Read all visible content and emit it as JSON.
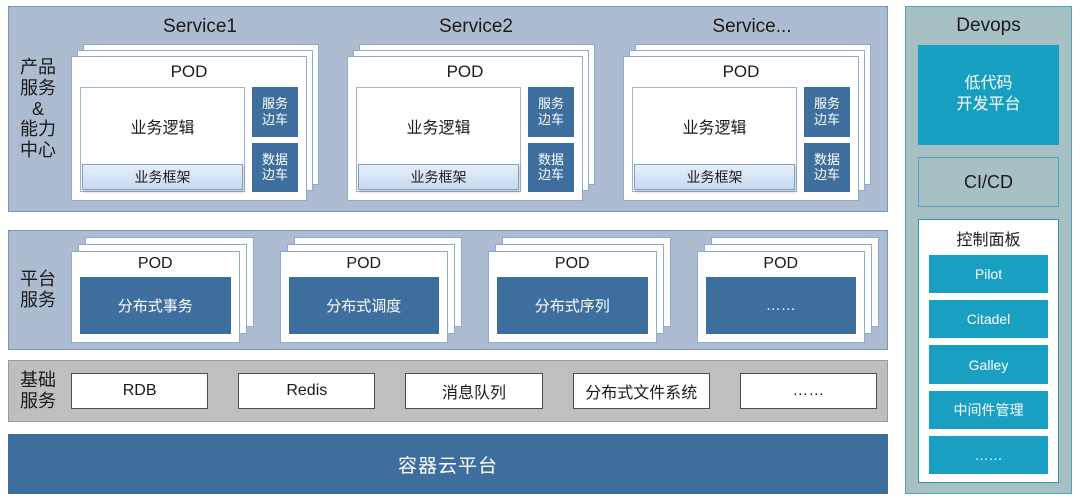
{
  "rows": {
    "product": {
      "label": "产品\n服务\n&\n能力\n中心",
      "services": [
        {
          "title": "Service1",
          "pod_label": "POD",
          "business_logic": "业务逻辑",
          "business_framework": "业务框架",
          "sidecars": [
            "服务\n边车",
            "数据\n边车"
          ]
        },
        {
          "title": "Service2",
          "pod_label": "POD",
          "business_logic": "业务逻辑",
          "business_framework": "业务框架",
          "sidecars": [
            "服务\n边车",
            "数据\n边车"
          ]
        },
        {
          "title": "Service...",
          "pod_label": "POD",
          "business_logic": "业务逻辑",
          "business_framework": "业务框架",
          "sidecars": [
            "服务\n边车",
            "数据\n边车"
          ]
        }
      ]
    },
    "platform": {
      "label": "平台\n服务",
      "pods": [
        {
          "pod_label": "POD",
          "name": "分布式事务"
        },
        {
          "pod_label": "POD",
          "name": "分布式调度"
        },
        {
          "pod_label": "POD",
          "name": "分布式序列"
        },
        {
          "pod_label": "POD",
          "name": "……"
        }
      ]
    },
    "infrastructure": {
      "label": "基础\n服务",
      "items": [
        "RDB",
        "Redis",
        "消息队列",
        "分布式文件系统",
        "……"
      ]
    },
    "container": {
      "label": "容器云平台"
    }
  },
  "devops": {
    "title": "Devops",
    "lowcode": "低代码\n开发平台",
    "cicd": "CI/CD",
    "control_panel": {
      "title": "控制面板",
      "items": [
        "Pilot",
        "Citadel",
        "Galley",
        "中间件管理",
        "……"
      ]
    }
  },
  "colors": {
    "row_blue_bg": "#AEBCD2",
    "row_blue_border": "#7394C4",
    "row_gray_bg": "#BFBFBF",
    "steel_blue": "#3E6E9E",
    "devops_bg": "#A6C0C4",
    "teal": "#189FC2",
    "teal_border": "#4FA5BE",
    "card_white": "#FFFFFF"
  }
}
